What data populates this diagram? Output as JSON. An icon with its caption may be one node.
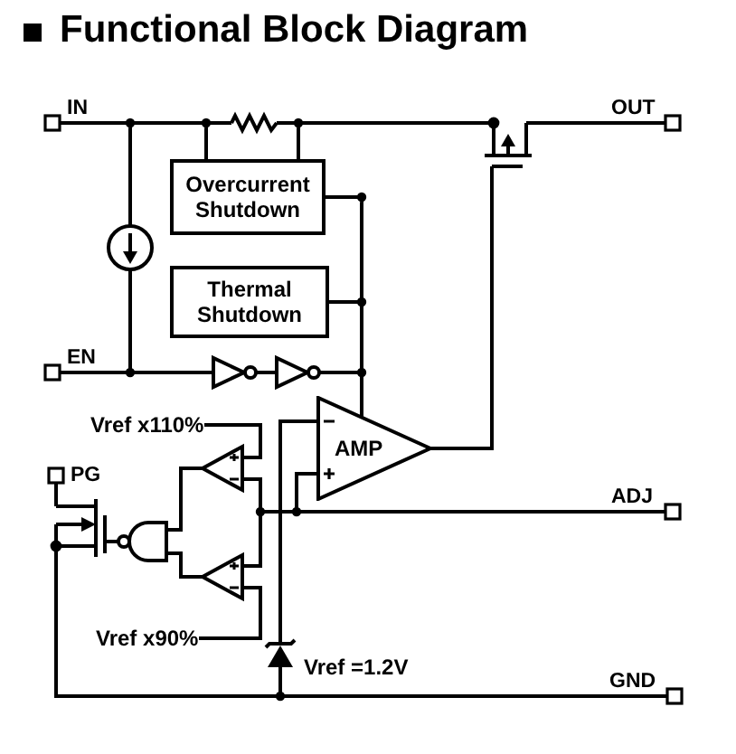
{
  "diagram": {
    "title": "Functional Block Diagram",
    "nodes": [
      {
        "text": [],
        "shape": "box",
        "beside": [
          "IN"
        ]
      },
      {
        "text": [],
        "shape": "resistor"
      },
      {
        "text": [],
        "shape": "transistor"
      },
      {
        "text": [],
        "shape": "box",
        "beside": [
          "OUT"
        ]
      },
      {
        "text": [
          "Overcurrent Shutdown"
        ]
      },
      {
        "text": [],
        "shape": "circle"
      },
      {
        "text": [
          "Thermal Shutdown"
        ]
      },
      {
        "text": [],
        "shape": "box",
        "beside": [
          "EN"
        ]
      },
      {
        "text": [],
        "shape": "triangle"
      },
      {
        "text": [],
        "shape": "triangle"
      },
      {
        "text": [
          "AMP"
        ]
      },
      {
        "text": [
          "Vref x110%"
        ]
      },
      {
        "text": [],
        "shape": "triangle"
      },
      {
        "text": [],
        "shape": "box",
        "beside": [
          "PG"
        ]
      },
      {
        "text": [],
        "shape": "transistor"
      },
      {
        "text": [],
        "shape": "box",
        "beside": [
          "ADJ"
        ]
      },
      {
        "text": [],
        "shape": "gate"
      },
      {
        "text": [],
        "shape": "triangle"
      },
      {
        "text": [
          "Vref x90%"
        ]
      },
      {
        "text": [],
        "shape": "diode",
        "beside": [
          "Vref =1.2V"
        ]
      },
      {
        "text": [],
        "shape": "box",
        "beside": [
          "GND"
        ]
      }
    ],
    "edges": [
      {
        "from": 0,
        "to": 1,
        "arrow": "none"
      },
      {
        "from": 1,
        "to": 4,
        "arrow": "none"
      },
      {
        "from": 0,
        "to": 5,
        "arrow": "none"
      },
      {
        "from": 1,
        "to": 2,
        "arrow": "none"
      },
      {
        "from": 1,
        "to": 4,
        "arrow": "none"
      },
      {
        "from": 2,
        "to": 3,
        "arrow": "none"
      },
      {
        "from": 5,
        "to": 8,
        "arrow": "none"
      },
      {
        "from": 7,
        "to": 8,
        "arrow": "none"
      },
      {
        "from": 8,
        "to": 9,
        "arrow": "none"
      },
      {
        "from": 4,
        "to": 10,
        "arrow": "none"
      },
      {
        "from": 6,
        "to": 10,
        "arrow": "none"
      },
      {
        "from": 9,
        "to": 10,
        "arrow": "none"
      },
      {
        "from": 10,
        "to": 2,
        "arrow": "none"
      },
      {
        "from": 11,
        "to": 12,
        "arrow": "none"
      },
      {
        "from": 15,
        "to": 10,
        "arrow": "none"
      },
      {
        "from": 15,
        "to": 12,
        "arrow": "none"
      },
      {
        "from": 15,
        "to": 17,
        "arrow": "none"
      },
      {
        "from": 12,
        "to": 16,
        "arrow": "none"
      },
      {
        "from": 17,
        "to": 16,
        "arrow": "none"
      },
      {
        "from": 18,
        "to": 17,
        "arrow": "none"
      },
      {
        "from": 16,
        "to": 14,
        "arrow": "none"
      },
      {
        "from": 14,
        "to": 13,
        "arrow": "none"
      },
      {
        "from": 19,
        "to": 10,
        "arrow": "none"
      },
      {
        "from": 19,
        "to": 20,
        "arrow": "none"
      },
      {
        "from": 14,
        "to": 20,
        "arrow": "none"
      }
    ]
  }
}
